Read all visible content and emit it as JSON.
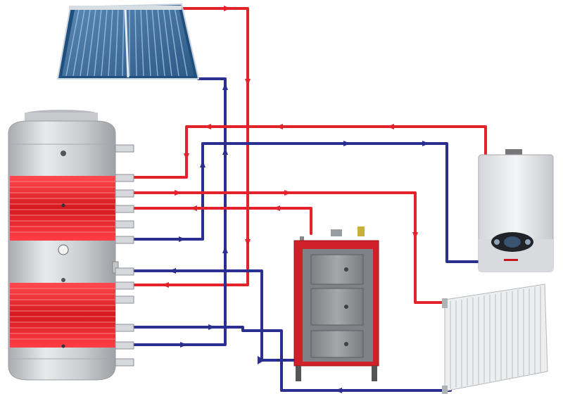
{
  "diagram": {
    "components": [
      {
        "id": "solar",
        "name": "solar-collector"
      },
      {
        "id": "tank",
        "name": "buffer-tank"
      },
      {
        "id": "gas",
        "name": "gas-boiler"
      },
      {
        "id": "solid",
        "name": "solid-fuel-boiler"
      },
      {
        "id": "radiator",
        "name": "radiator"
      }
    ],
    "colors": {
      "hot": "#e3232b",
      "cold": "#2b2f8f",
      "coil": "#e11f26",
      "tank": "#cfd1d4",
      "boiler_body": "#d0202a",
      "boiler_metal": "#8f9295",
      "gas_case": "#e8e9eb",
      "radiator": "#f2f3f4",
      "solar_tube": "#3f6f9e"
    },
    "flow_legend": {
      "hot": "red",
      "cold": "blue"
    }
  }
}
